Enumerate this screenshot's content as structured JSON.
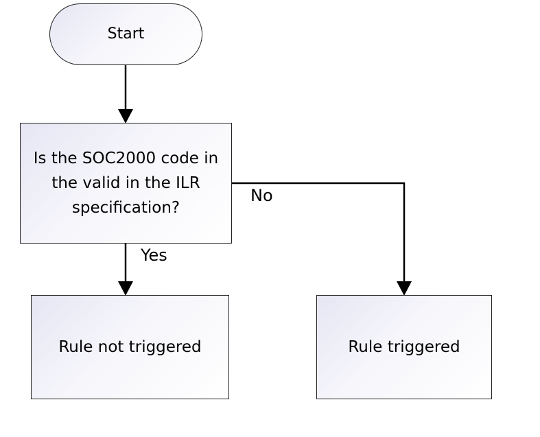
{
  "flowchart": {
    "start": {
      "label": "Start"
    },
    "decision": {
      "label": "Is the SOC2000 code in\nthe valid in the ILR\nspecification?"
    },
    "yes_outcome": {
      "label": "Rule not triggered"
    },
    "no_outcome": {
      "label": "Rule triggered"
    },
    "edges": {
      "yes_label": "Yes",
      "no_label": "No"
    }
  }
}
